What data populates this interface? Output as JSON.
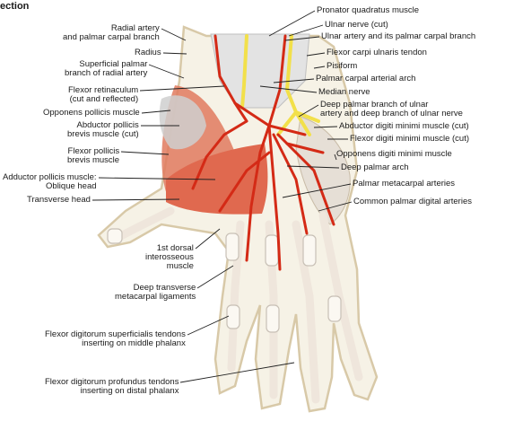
{
  "header": "ection",
  "labels": {
    "left": [
      "Radial artery\nand palmar carpal branch",
      "Radius",
      "Superficial palmar\nbranch of radial artery",
      "Flexor retinaculum\n(cut and reflected)",
      "Opponens pollicis muscle",
      "Abductor pollicis\nbrevis muscle (cut)",
      "Flexor pollicis\nbrevis muscle",
      "Adductor pollicis muscle:\nOblique head",
      "Transverse head",
      "1st dorsal\ninterosseous\nmuscle",
      "Deep transverse\nmetacarpal ligaments",
      "Flexor digitorum superficialis tendons\ninserting on middle phalanx",
      "Flexor digitorum profundus tendons\ninserting on distal phalanx"
    ],
    "right": [
      "Pronator quadratus muscle",
      "Ulnar nerve (cut)",
      "Ulnar artery and its palmar carpal branch",
      "Flexor carpi ulnaris tendon",
      "Pisiform",
      "Palmar carpal arterial arch",
      "Median nerve",
      "Deep palmar branch of ulnar\nartery and deep branch of ulnar nerve",
      "Abductor digiti minimi muscle (cut)",
      "Flexor digiti minimi muscle (cut)",
      "Opponens digiti minimi muscle",
      "Deep palmar arch",
      "Palmar metacarpal arteries",
      "Common palmar digital arteries"
    ]
  },
  "colors": {
    "artery": "#d42a16",
    "nerve": "#f2e04a",
    "muscle": "#e0694f",
    "tendon": "#f4ece4",
    "bone": "#e2e2e2",
    "skin_outline": "#d8c9a8",
    "leader": "#222222"
  }
}
